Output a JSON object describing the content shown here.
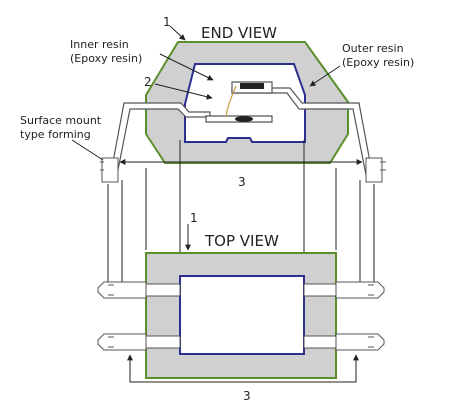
{
  "diagram": {
    "end_view": {
      "title": "END VIEW",
      "callout_1": "1",
      "callout_2": "2",
      "inner_resin": [
        "Inner resin",
        "(Epoxy resin)"
      ],
      "outer_resin": [
        "Outer resin",
        "(Epoxy resin)"
      ],
      "surface_mount": [
        "Surface mount",
        "type forming"
      ],
      "callout_3": "3"
    },
    "top_view": {
      "title": "TOP VIEW",
      "callout_1": "1",
      "callout_3": "3"
    },
    "colors": {
      "outer_outline": "#5a8f2e",
      "outer_fill": "#d0d0d0",
      "inner_outline": "#2b2f8f",
      "lead": "#555555",
      "wire": "#c8a040",
      "chip": "#222222"
    }
  }
}
